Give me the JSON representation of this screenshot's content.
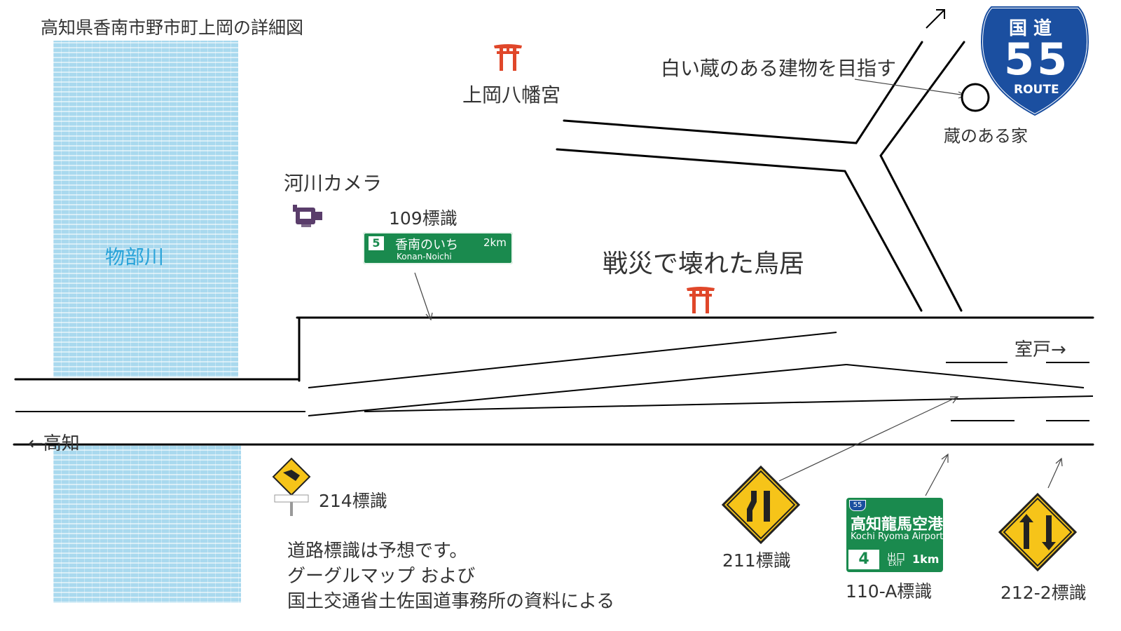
{
  "title": "高知県香南市野市町上岡の詳細図",
  "river_label": "物部川",
  "places": {
    "shrine": "上岡八幡宮",
    "camera": "河川カメラ",
    "broken_torii": "戦災で壊れた鳥居",
    "goal_note": "白い蔵のある建物を目指す",
    "house": "蔵のある家",
    "to_kochi": "←高知",
    "to_muroto": "室戸→"
  },
  "signs": {
    "s109": {
      "label": "109標識",
      "num": "5",
      "jp": "香南のいち",
      "dist": "2km",
      "en": "Konan-Noichi"
    },
    "s214": {
      "label": "214標識"
    },
    "s211": {
      "label": "211標識"
    },
    "s110a": {
      "label": "110-A標識",
      "route": "55",
      "jp": "高知龍馬空港",
      "en": "Kochi Ryoma Airport",
      "num": "4",
      "exit_jp": "出口",
      "exit_en": "EXIT",
      "dist": "1km"
    },
    "s2122": {
      "label": "212-2標識"
    }
  },
  "route_shield": {
    "top": "国 道",
    "number": "55",
    "bottom": "ROUTE"
  },
  "notes": [
    "道路標識は予想です。",
    "グーグルマップ および",
    "国土交通省土佐国道事務所の資料による"
  ],
  "colors": {
    "river": "#a9d9ee",
    "river_text": "#29a3d9",
    "sign_green": "#1a8a4e",
    "sign_yellow": "#f6c419",
    "shield_blue": "#1b4fa0",
    "torii": "#e0472a"
  }
}
